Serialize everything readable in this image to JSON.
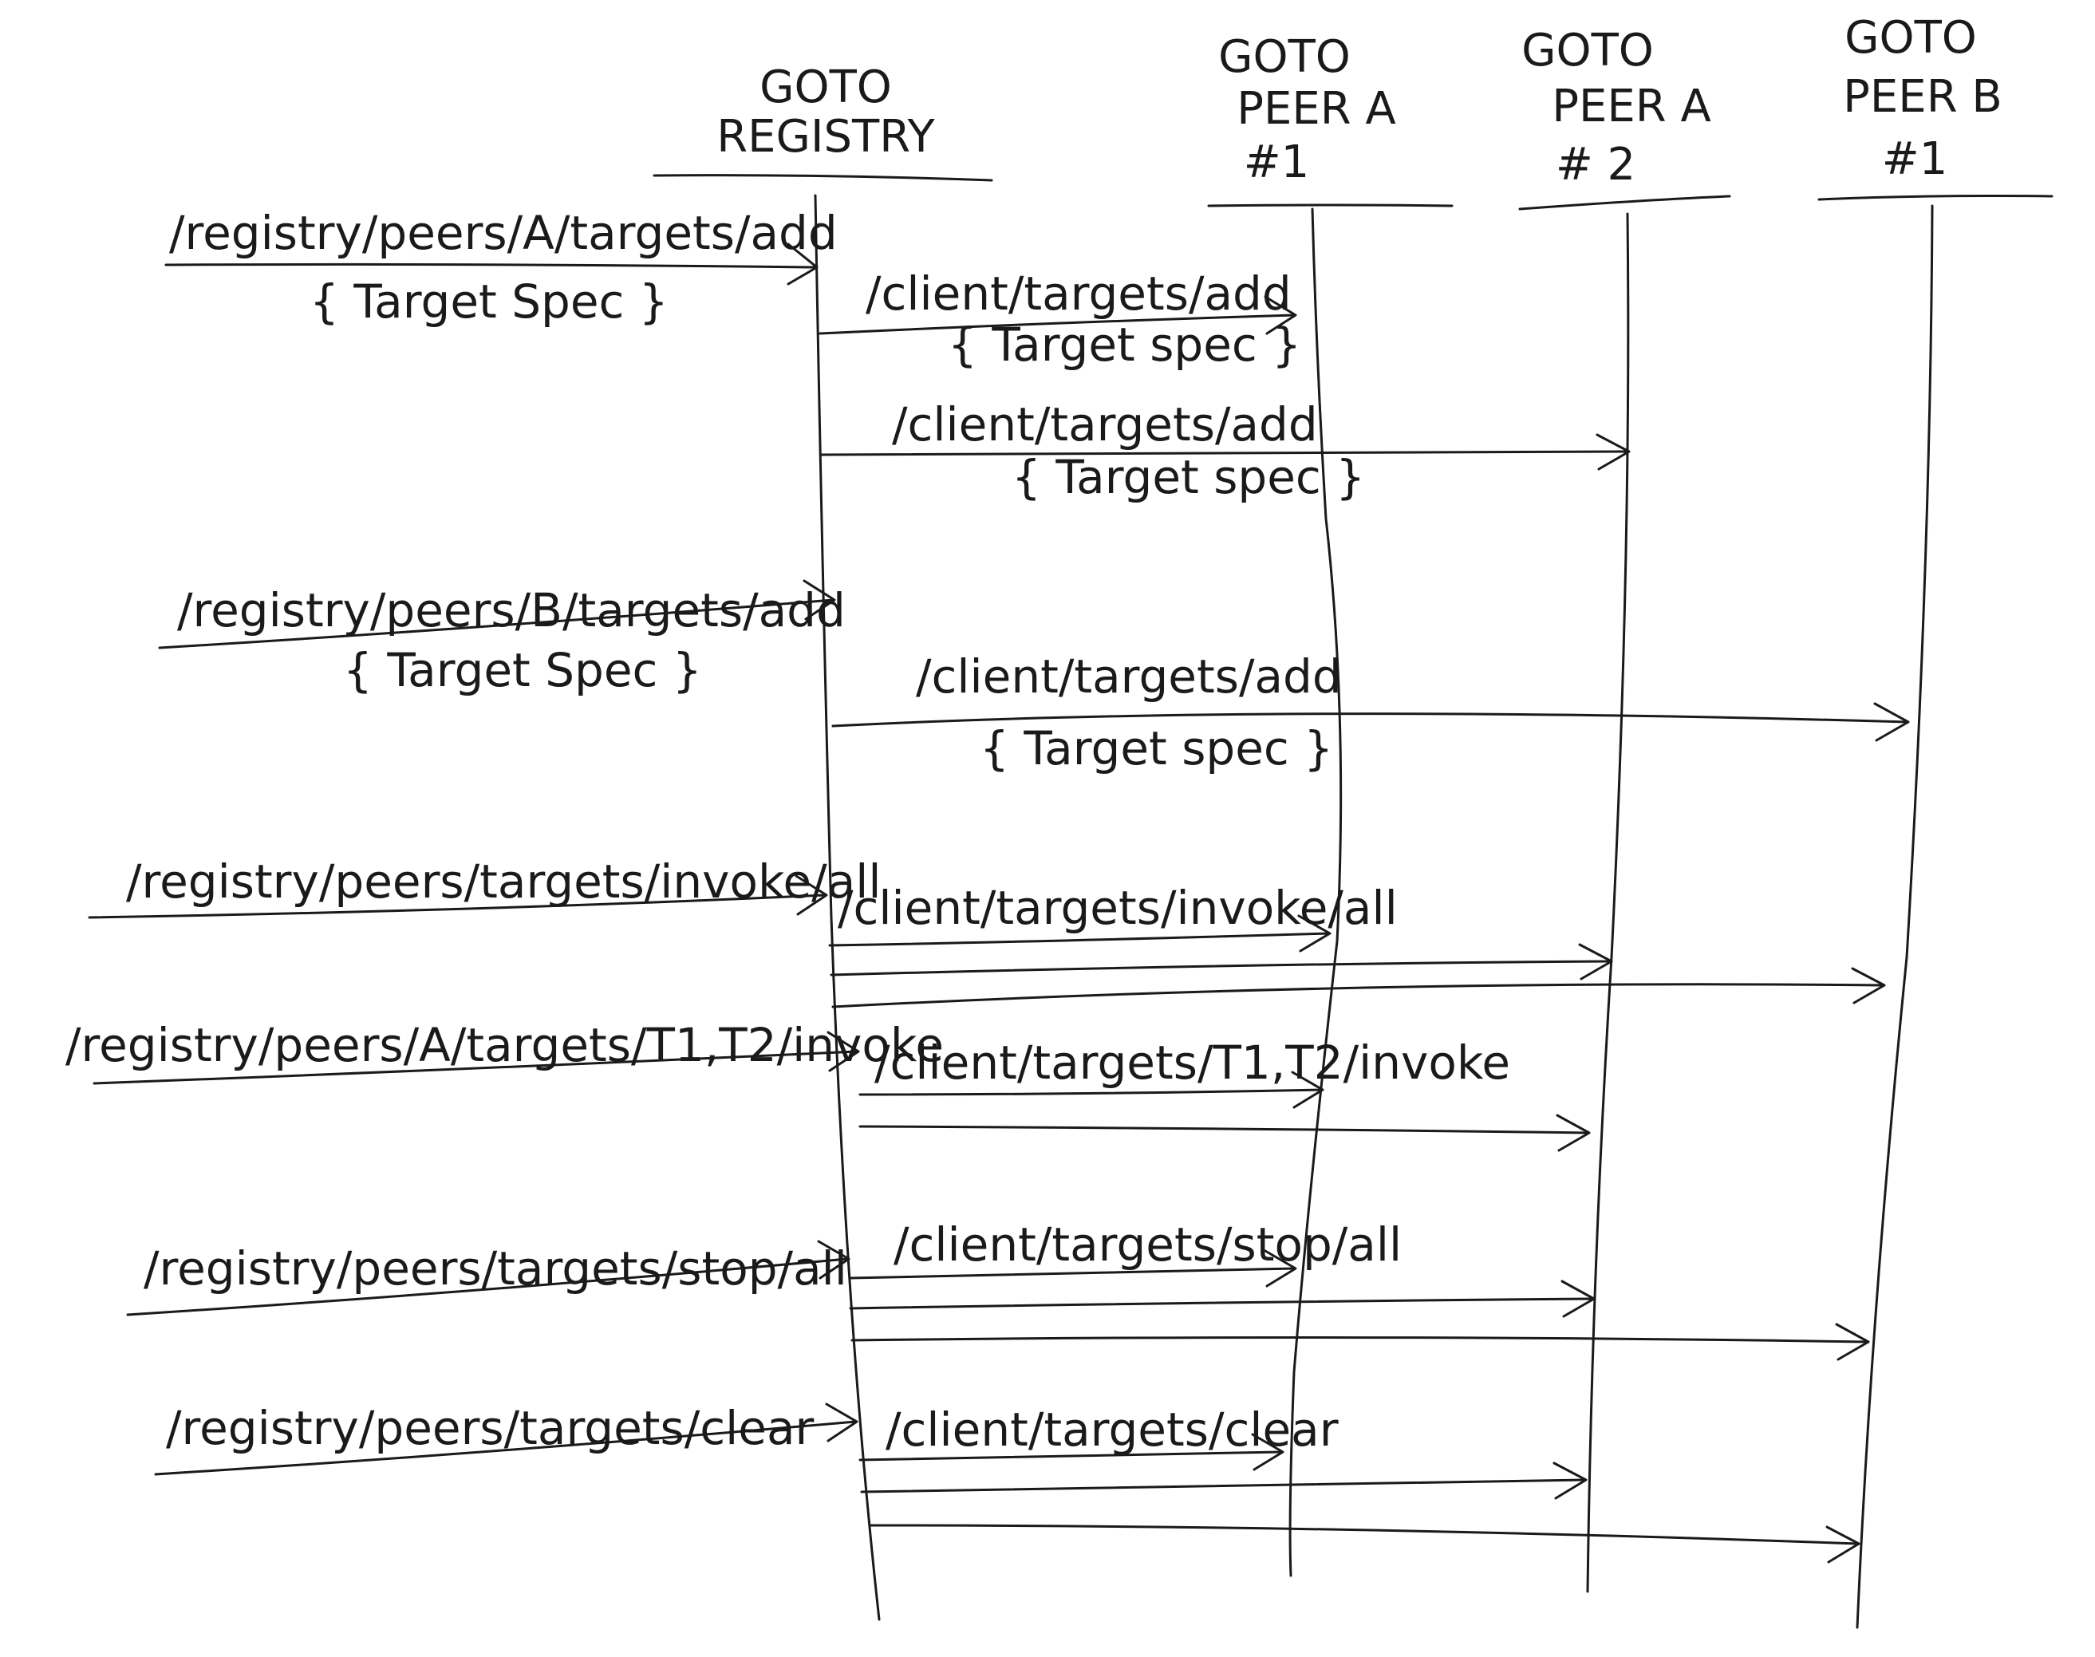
{
  "participants": [
    {
      "id": "registry",
      "lines": [
        "GOTO",
        "REGISTRY"
      ]
    },
    {
      "id": "peer-a-1",
      "lines": [
        "GOTO",
        "PEER A",
        "#1"
      ]
    },
    {
      "id": "peer-a-2",
      "lines": [
        "GOTO",
        "PEER A",
        "# 2"
      ]
    },
    {
      "id": "peer-b-1",
      "lines": [
        "GOTO",
        "PEER B",
        "#1"
      ]
    }
  ],
  "client_calls": [
    {
      "label": "/registry/peers/A/targets/add",
      "sublabel": "{ Target Spec }"
    },
    {
      "label": "/registry/peers/B/targets/add",
      "sublabel": "{ Target Spec }"
    },
    {
      "label": "/registry/peers/targets/invoke/all",
      "sublabel": ""
    },
    {
      "label": "/registry/peers/A/targets/T1,T2/invoke",
      "sublabel": ""
    },
    {
      "label": "/registry/peers/targets/stop/all",
      "sublabel": ""
    },
    {
      "label": "/registry/peers/targets/clear",
      "sublabel": ""
    }
  ],
  "peer_calls": [
    {
      "label": "/client/targets/add",
      "sublabel": "{ Target spec }"
    },
    {
      "label": "/client/targets/add",
      "sublabel": "{ Target spec }"
    },
    {
      "label": "/client/targets/add",
      "sublabel": "{ Target spec }"
    },
    {
      "label": "/client/targets/invoke/all",
      "sublabel": ""
    },
    {
      "label": "/client/targets/T1,T2/invoke",
      "sublabel": ""
    },
    {
      "label": "/client/targets/stop/all",
      "sublabel": ""
    },
    {
      "label": "/client/targets/clear",
      "sublabel": ""
    }
  ]
}
